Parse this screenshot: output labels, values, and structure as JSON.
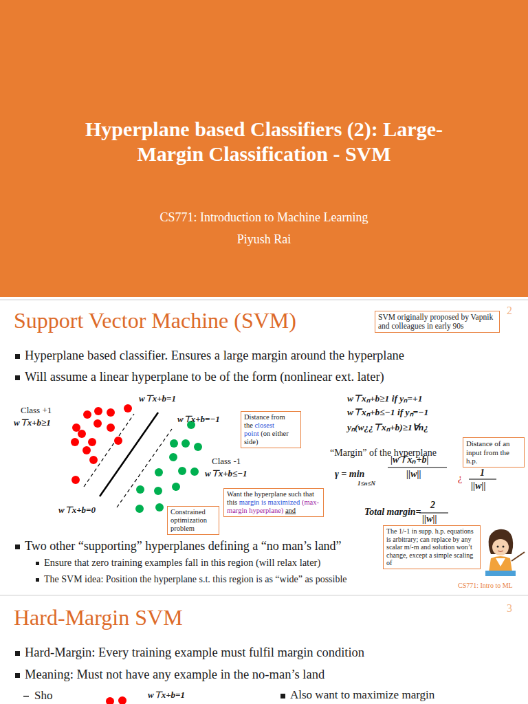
{
  "diagram": {
    "title": "Hyperplane based Classifiers (2): Large-Margin Classification - SVM",
    "nodes": [
      {
        "text": [
          "SVM originally proposed by Vapnik and colleagues in early 90s"
        ]
      },
      {
        "text": [
          "Distance from the",
          "closest point",
          "(on either side)"
        ]
      },
      {
        "text": [
          "Distance of an input from the h.p."
        ]
      },
      {
        "text": [
          "Want the hyperplane  such that this",
          "margin is maximized",
          "(max-margin hyperplane)",
          "and"
        ]
      },
      {
        "text": [
          "Constrained optimization problem"
        ]
      },
      {
        "text": [
          "The 1/-1 in supp. h.p. equations is arbitrary; can replace by any scalar m/-m and solution won’t change, except a simple scaling of"
        ]
      }
    ],
    "labels": [
      "CS771: Introduction to Machine Learning",
      "Piyush Rai",
      "Support Vector Machine (SVM)",
      "2",
      "Hyperplane based classifier. Ensures a large margin around the hyperplane",
      "Will assume a linear hyperplane to be of the form  (nonlinear ext. later)",
      "Class +1",
      "w⊤x+b≥1",
      "w⊤x+b=1",
      "w⊤x+b=−1",
      "Class -1",
      "w⊤x+b≤−1",
      "w⊤x+b=0",
      "w⊤xₙ+b≥1 if yₙ=+1",
      "w⊤xₙ+b≤−1 if yₙ=−1",
      "yₙ(w¿¿⊤xₙ+b)≥1∀n¿",
      "“Margin” of the hyperplane",
      "γ = min",
      "1≤n≤N",
      "|w⊤xₙ+b|",
      "||w||",
      "¿",
      "1",
      "||w||",
      "Total margin=",
      "2",
      "||w||",
      "Two other “supporting” hyperplanes defining a “no man’s land”",
      "Ensure that zero training examples fall in this region (will relax later)",
      "The SVM idea: Position the hyperplane s.t. this region is as “wide” as possible",
      "CS771: Intro to ML",
      "Hard-Margin SVM",
      "3",
      "Hard-Margin: Every training example must fulfil margin condition",
      "Meaning: Must not have any example in the no-man’s land",
      "w⊤x+b=1",
      "Also want to maximize margin",
      "Sho"
    ]
  }
}
